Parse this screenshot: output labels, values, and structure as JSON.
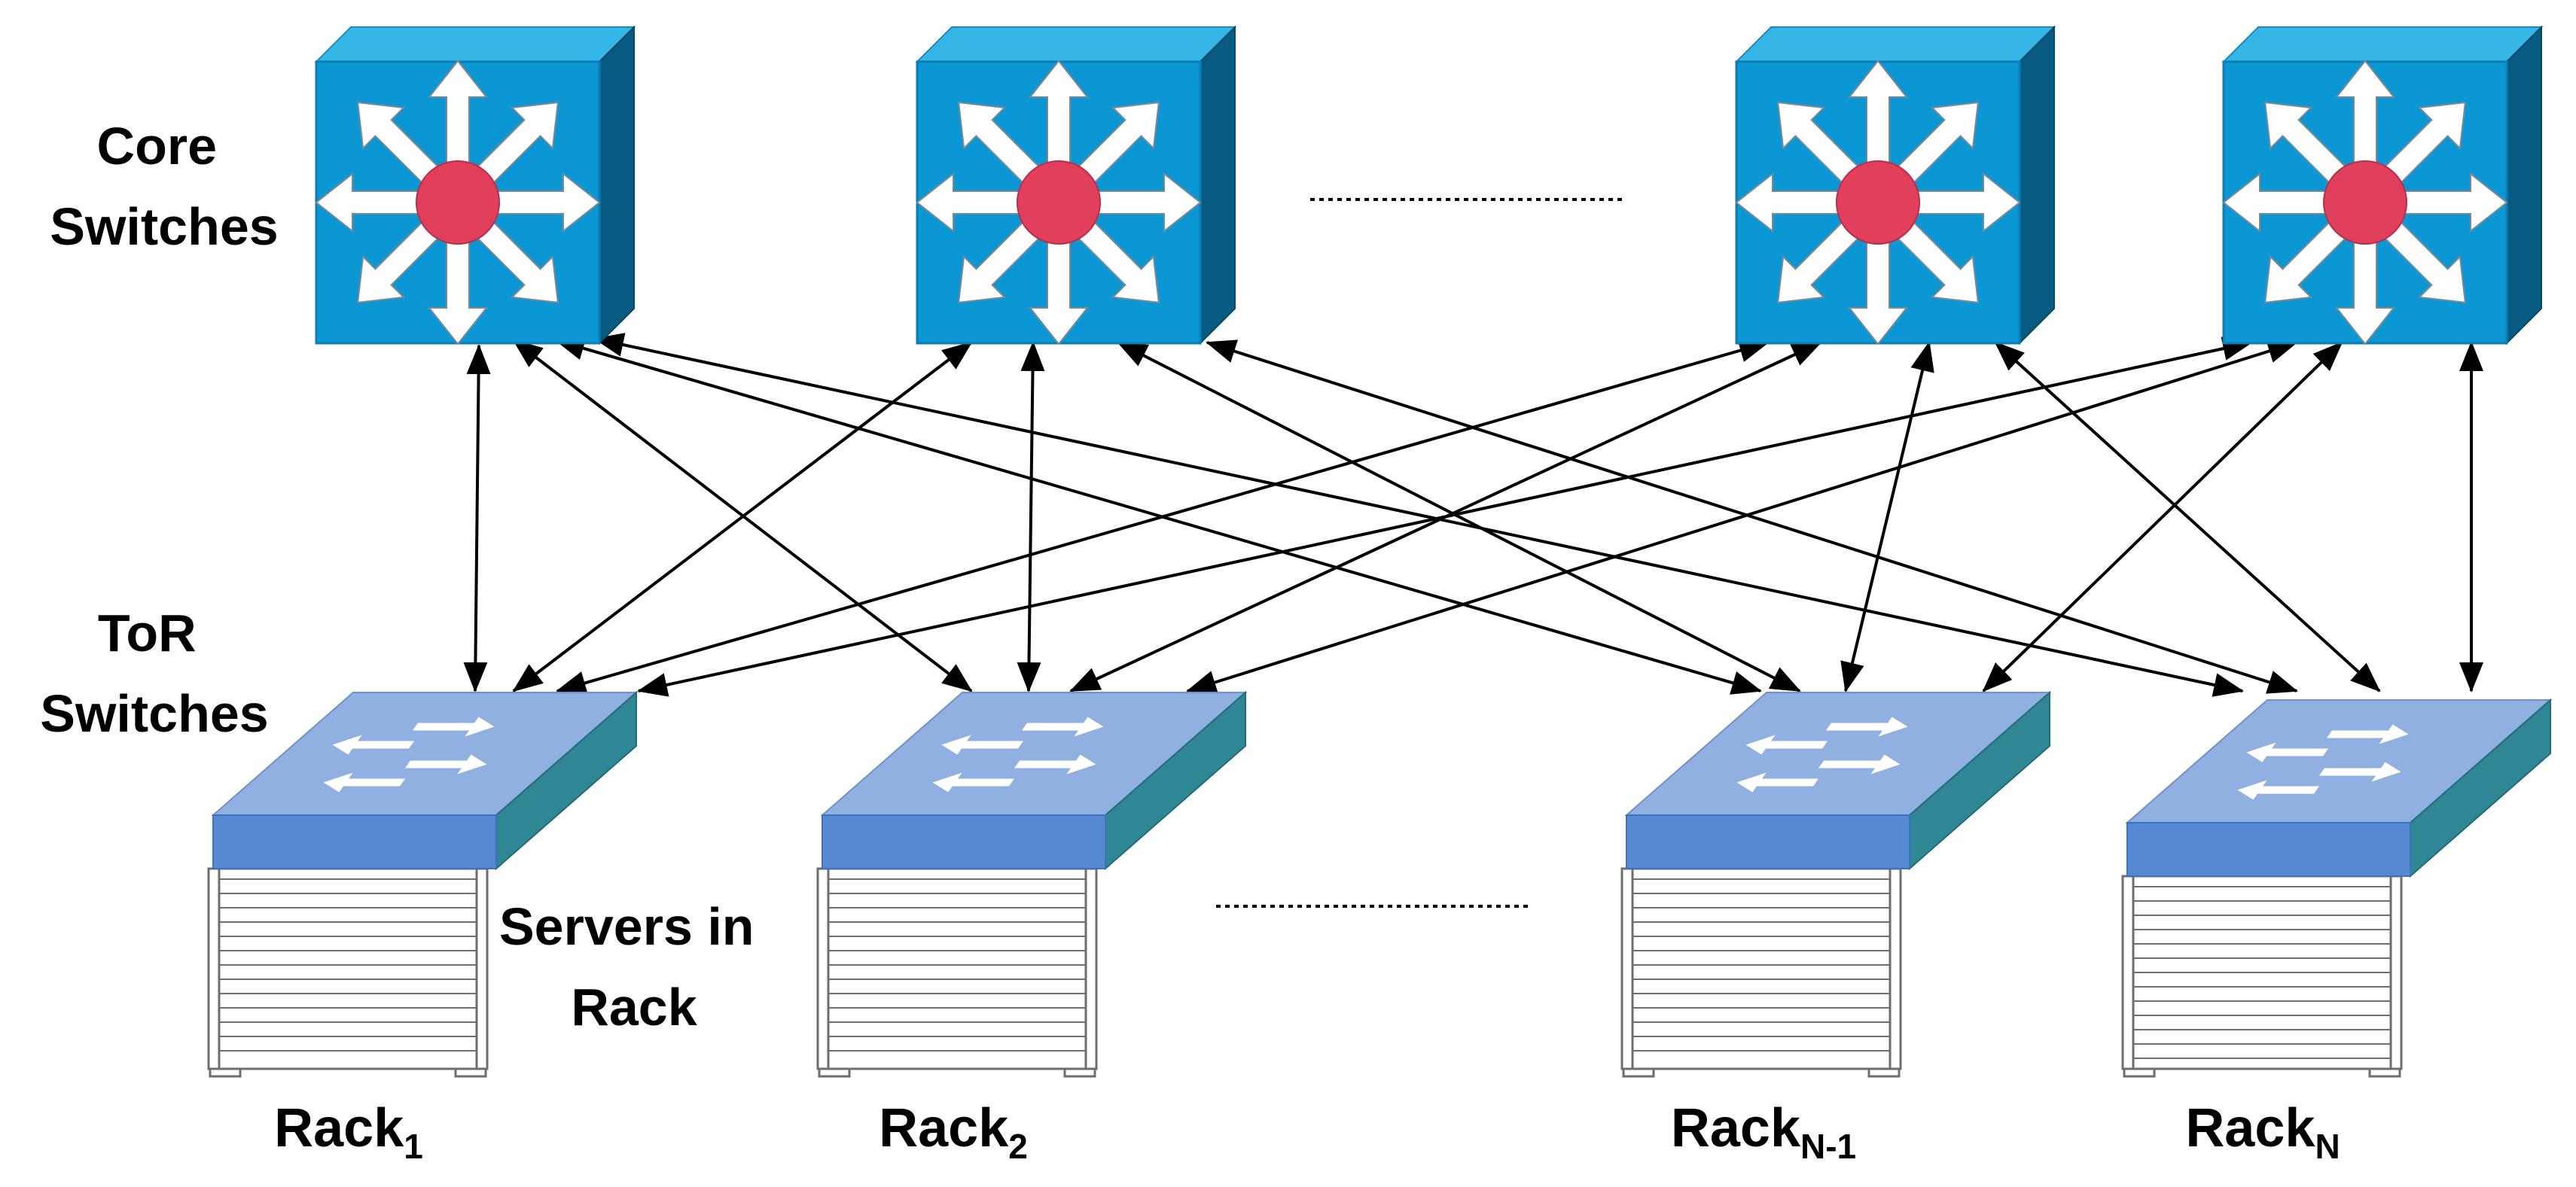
{
  "labels": {
    "core": [
      "Core",
      "Switches"
    ],
    "tor": [
      "ToR",
      "Switches"
    ],
    "servers": [
      "Servers in",
      "Rack"
    ]
  },
  "racks": [
    {
      "base": "Rack",
      "sub": "1"
    },
    {
      "base": "Rack",
      "sub": "2"
    },
    {
      "base": "Rack",
      "sub": "N-1"
    },
    {
      "base": "Rack",
      "sub": "N"
    }
  ],
  "ellipsis": {
    "core_row": "...",
    "rack_row": "..."
  },
  "colors": {
    "core_front": "#0a97d3",
    "core_top": "#36b6e6",
    "core_side": "#075a80",
    "core_hub": "#e0405c",
    "tor_top": "#8fb0e0",
    "tor_front": "#5589d2",
    "tor_side": "#2f8795",
    "rack_lines": "#6e6e6e",
    "arrows": "#000000"
  },
  "icons": {
    "core_switch": "multilayer-switch-icon",
    "tor_switch": "workgroup-switch-icon",
    "server_rack": "server-rack-icon"
  }
}
